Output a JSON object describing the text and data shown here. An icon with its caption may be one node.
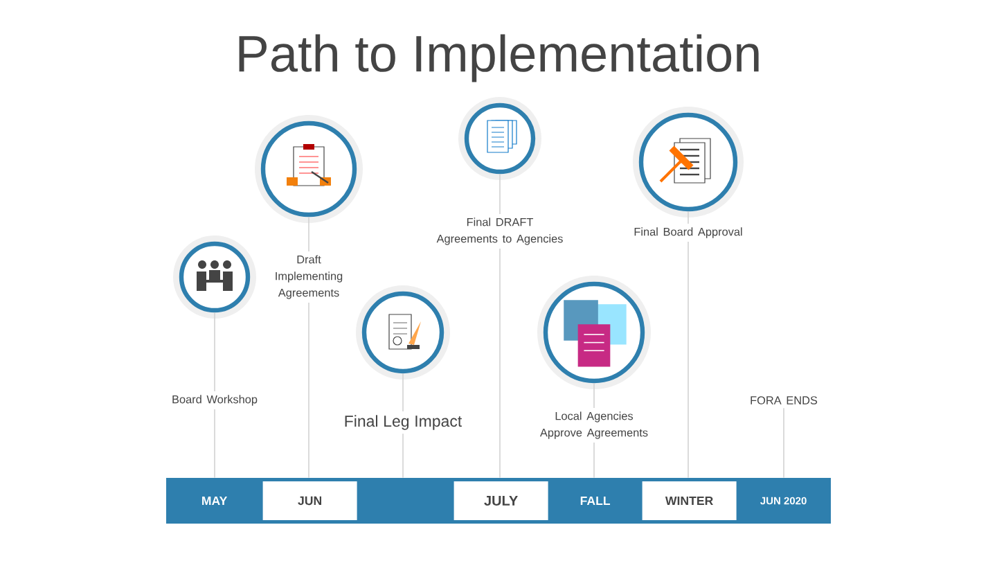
{
  "diagram": {
    "title": "Path to Implementation",
    "nodes": [
      {
        "text": [],
        "shape": "bar"
      },
      {
        "text": [
          "MAY"
        ],
        "in": 0
      },
      {
        "text": [
          "JUN"
        ],
        "in": 0
      },
      {
        "text": [
          "JULY"
        ],
        "in": 0
      },
      {
        "text": [
          "FALL"
        ],
        "in": 0
      },
      {
        "text": [
          "WINTER"
        ],
        "in": 0
      },
      {
        "text": [
          "JUN 2020"
        ],
        "in": 0
      },
      {
        "text": [],
        "shape": "picture"
      },
      {
        "text": [],
        "shape": "picture"
      },
      {
        "text": [],
        "shape": "picture"
      },
      {
        "text": [],
        "shape": "picture"
      },
      {
        "text": [],
        "shape": "picture"
      },
      {
        "text": [],
        "shape": "picture"
      },
      {
        "text": [
          "Board Workshop"
        ]
      },
      {
        "text": [
          "Draft Implementing Agreements"
        ]
      },
      {
        "text": [
          "Final Leg Impact"
        ]
      },
      {
        "text": [
          "Final DRAFT Agreements to Agencies"
        ]
      },
      {
        "text": [
          "Local Agencies Approve Agreements"
        ]
      },
      {
        "text": [
          "Final Board Approval"
        ]
      },
      {
        "text": [
          "FORA ENDS"
        ]
      }
    ],
    "edges": [
      {
        "from": 7,
        "to": 13,
        "arrow": "none"
      },
      {
        "from": 13,
        "to": 0,
        "arrow": "none"
      },
      {
        "from": 8,
        "to": 14,
        "arrow": "none"
      },
      {
        "from": 14,
        "to": 0,
        "arrow": "none"
      },
      {
        "from": 9,
        "to": 15,
        "arrow": "none"
      },
      {
        "from": 15,
        "to": 0,
        "arrow": "none"
      },
      {
        "from": 10,
        "to": 16,
        "arrow": "none"
      },
      {
        "from": 16,
        "to": 0,
        "arrow": "none"
      },
      {
        "from": 11,
        "to": 17,
        "arrow": "none"
      },
      {
        "from": 17,
        "to": 0,
        "arrow": "none"
      },
      {
        "from": 12,
        "to": 18,
        "arrow": "none"
      },
      {
        "from": 18,
        "to": 0,
        "arrow": "none"
      },
      {
        "from": 19,
        "to": 0,
        "arrow": "none"
      }
    ]
  }
}
